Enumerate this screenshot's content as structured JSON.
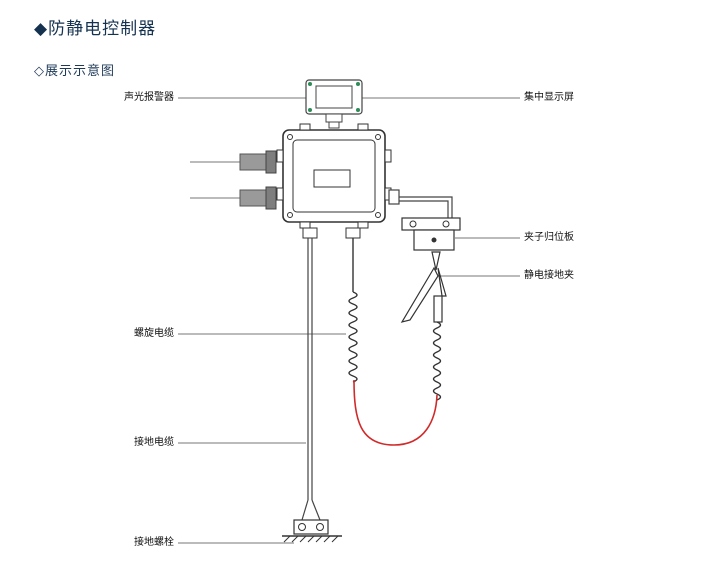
{
  "header": {
    "title": "◆防静电控制器",
    "section": "◇展示示意图"
  },
  "labels": {
    "alarm": "声光报警器",
    "display": "集中显示屏",
    "clip_reset_plate": "夹子归位板",
    "static_clamp": "静电接地夹",
    "spiral_cable": "螺旋电缆",
    "ground_cable": "接地电缆",
    "ground_bolt": "接地螺栓"
  },
  "colors": {
    "title": "#14324f",
    "line": "#555555",
    "red_cable": "#d12a2a",
    "indicator_green": "#2e8b57"
  }
}
